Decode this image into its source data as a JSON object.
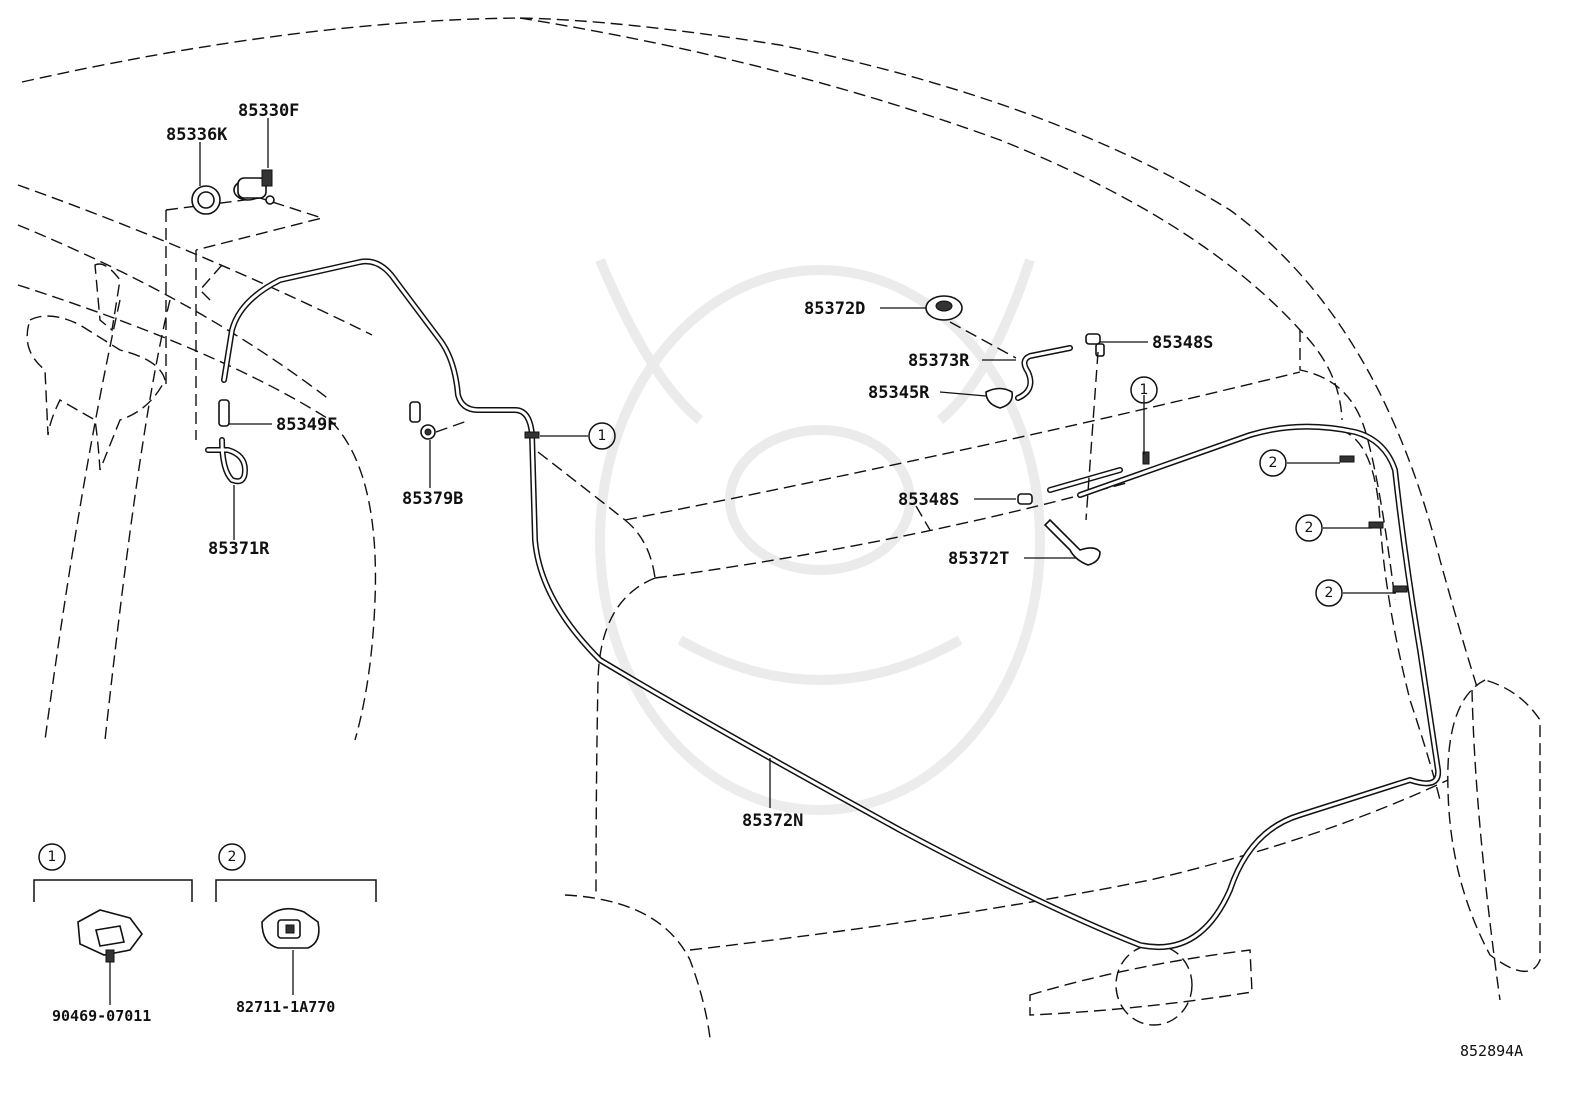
{
  "parts": {
    "p85330F": "85330F",
    "p85336K": "85336K",
    "p85349F": "85349F",
    "p85371R": "85371R",
    "p85379B": "85379B",
    "p85372D": "85372D",
    "p85373R": "85373R",
    "p85345R": "85345R",
    "p85348S_top": "85348S",
    "p85348S_mid": "85348S",
    "p85372T": "85372T",
    "p85372N": "85372N"
  },
  "callouts": {
    "c1_a": "1",
    "c1_b": "1",
    "c2_a": "2",
    "c2_b": "2",
    "c2_c": "2"
  },
  "legend": {
    "item1": {
      "number": "1",
      "part": "90469-07011"
    },
    "item2": {
      "number": "2",
      "part": "82711-1A770"
    }
  },
  "diagram_id": "852894A"
}
